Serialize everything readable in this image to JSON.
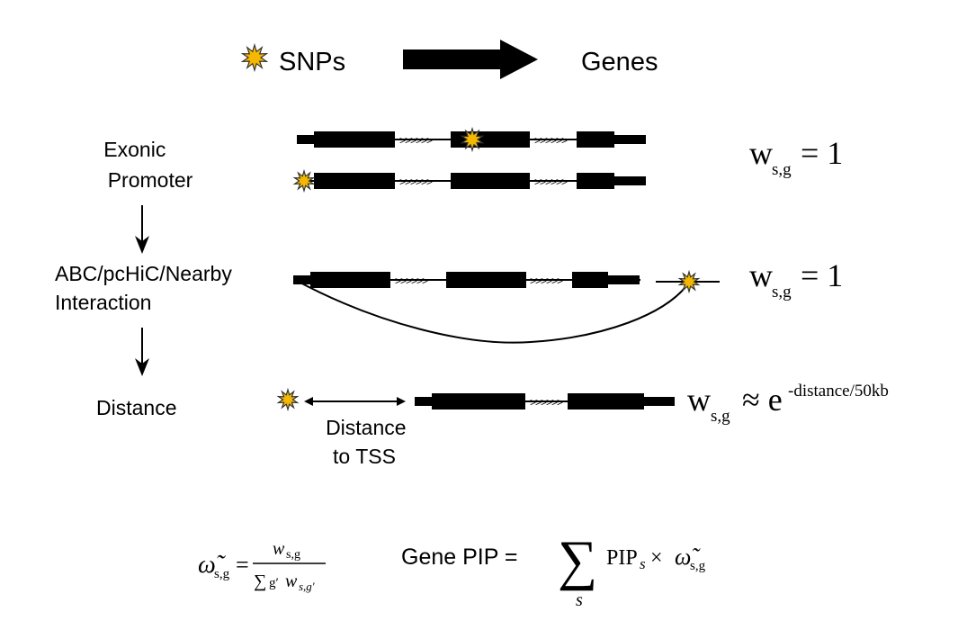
{
  "header": {
    "left_label": "SNPs",
    "right_label": "Genes"
  },
  "steps": [
    {
      "lines": [
        "Exonic",
        "Promoter"
      ]
    },
    {
      "lines": [
        "ABC/pcHiC/Nearby",
        "Interaction"
      ]
    },
    {
      "lines": [
        "Distance"
      ]
    }
  ],
  "distance_annotation": {
    "lines": [
      "Distance",
      "to TSS"
    ]
  },
  "weights": [
    {
      "symbol": "w",
      "subscript": "s,g",
      "relation": "= 1"
    },
    {
      "symbol": "w",
      "subscript": "s,g",
      "relation": "= 1"
    },
    {
      "symbol": "w",
      "subscript": "s,g",
      "relation": "≈ e",
      "superscript": "-distance/50kb"
    }
  ],
  "formula_norm": {
    "lhs": "ω̃",
    "lhs_sub": "s,g",
    "equals": "=",
    "numerator": "w",
    "numerator_sub": "s,g",
    "denominator_sum": "∑",
    "denominator_g": "g′",
    "denominator_w": "w",
    "denominator_sub": "s,g′"
  },
  "formula_pip": {
    "label": "Gene PIP =",
    "sum": "∑",
    "sum_index": "s",
    "term": "PIP",
    "term_sub": "s",
    "times": "×",
    "omega": "ω̃",
    "omega_sub": "s,g"
  },
  "colors": {
    "snp_fill": "#F5B800",
    "snp_stroke": "#333333",
    "gene": "#000000"
  },
  "icons": [
    "starburst-snp-icon",
    "right-arrow-icon",
    "down-arrow-icon",
    "double-headed-arrow-icon"
  ]
}
